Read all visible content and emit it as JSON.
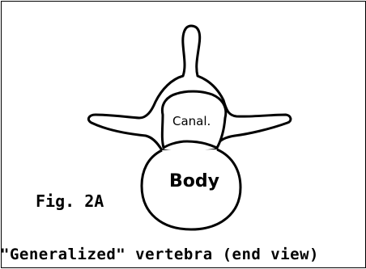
{
  "diagram": {
    "labels": {
      "canal": "Canal.",
      "body": "Body",
      "figure": "Fig. 2A"
    },
    "caption": "\"Generalized\" vertebra (end view)",
    "colors": {
      "stroke": "#000000",
      "fill": "#ffffff"
    }
  }
}
